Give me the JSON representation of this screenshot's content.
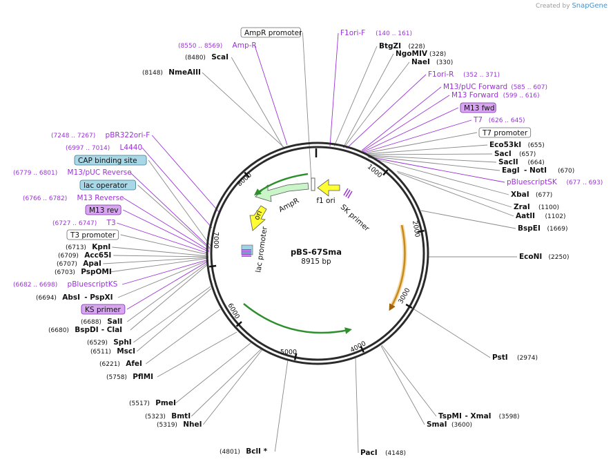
{
  "credit": {
    "prefix": "Created by",
    "brand": "SnapGene"
  },
  "plasmid": {
    "name": "pBS-67Sma",
    "size_label": "8915 bp",
    "length": 8915
  },
  "colors": {
    "feature": "#9b30d9",
    "enzyme": "#111111",
    "backbone": "#2b2b2b",
    "ampr": "#c9f5c9",
    "ori": "#ffff33",
    "t7box": "#ffffff",
    "primer": "#d8a6f0",
    "cap": "#a8d8e8"
  },
  "ticks": [
    "1000",
    "2000",
    "3000",
    "4000",
    "5000",
    "6000",
    "7000",
    "8000"
  ],
  "labels": [
    {
      "id": "ampr-promoter",
      "type": "box-white",
      "text": "AmpR promoter"
    },
    {
      "id": "f1ori-f",
      "type": "feature",
      "name": "F1ori-F",
      "range": "(140 .. 161)"
    },
    {
      "id": "amp-r",
      "type": "feature",
      "name": "Amp-R",
      "range": "(8550 .. 8569)"
    },
    {
      "id": "btgzi",
      "type": "enzyme",
      "name": "BtgZI",
      "pos": "(228)"
    },
    {
      "id": "scai",
      "type": "enzyme",
      "name": "ScaI",
      "pos": "(8480)"
    },
    {
      "id": "ngomiv",
      "type": "enzyme",
      "name": "NgoMIV",
      "pos": "(328)"
    },
    {
      "id": "naei",
      "type": "enzyme",
      "name": "NaeI",
      "pos": "(330)"
    },
    {
      "id": "nmeaiii",
      "type": "enzyme",
      "name": "NmeAIII",
      "pos": "(8148)"
    },
    {
      "id": "f1ori-r",
      "type": "feature",
      "name": "F1ori-R",
      "range": "(352 .. 371)"
    },
    {
      "id": "m13puc-fwd",
      "type": "feature",
      "name": "M13/pUC Forward",
      "range": "(585 .. 607)"
    },
    {
      "id": "m13-forward",
      "type": "feature",
      "name": "M13 Forward",
      "range": "(599 .. 616)"
    },
    {
      "id": "m13-fwd",
      "type": "box-primer",
      "text": "M13 fwd"
    },
    {
      "id": "t7",
      "type": "feature",
      "name": "T7",
      "range": "(626 .. 645)"
    },
    {
      "id": "t7-promoter",
      "type": "box-white",
      "text": "T7 promoter"
    },
    {
      "id": "eco53ki",
      "type": "enzyme",
      "name": "Eco53kI",
      "pos": "(655)"
    },
    {
      "id": "saci",
      "type": "enzyme",
      "name": "SacI",
      "pos": "(657)"
    },
    {
      "id": "sacii",
      "type": "enzyme",
      "name": "SacII",
      "pos": "(664)"
    },
    {
      "id": "eagi-noti",
      "type": "enzyme",
      "name": "EagI",
      "dash": "- NotI",
      "pos": "(670)"
    },
    {
      "id": "pbluescriptsk",
      "type": "feature",
      "name": "pBluescriptSK",
      "range": "(677 .. 693)"
    },
    {
      "id": "xbai",
      "type": "enzyme",
      "name": "XbaI",
      "pos": "(677)"
    },
    {
      "id": "zrai",
      "type": "enzyme",
      "name": "ZraI",
      "pos": "(1100)"
    },
    {
      "id": "aatii",
      "type": "enzyme",
      "name": "AatII",
      "pos": "(1102)"
    },
    {
      "id": "bspei",
      "type": "enzyme",
      "name": "BspEI",
      "pos": "(1669)"
    },
    {
      "id": "econi",
      "type": "enzyme",
      "name": "EcoNI",
      "pos": "(2250)"
    },
    {
      "id": "psti",
      "type": "enzyme",
      "name": "PstI",
      "pos": "(2974)"
    },
    {
      "id": "tspmi-xmai",
      "type": "enzyme",
      "name": "TspMI",
      "dash": "- XmaI",
      "pos": "(3598)"
    },
    {
      "id": "smai",
      "type": "enzyme",
      "name": "SmaI",
      "pos": "(3600)"
    },
    {
      "id": "paci",
      "type": "enzyme",
      "name": "PacI",
      "pos": "(4148)"
    },
    {
      "id": "bcli",
      "type": "enzyme",
      "name": "BclI *",
      "pos": "(4801)"
    },
    {
      "id": "nhei",
      "type": "enzyme",
      "name": "NheI",
      "pos": "(5319)"
    },
    {
      "id": "bmti",
      "type": "enzyme",
      "name": "BmtI",
      "pos": "(5323)"
    },
    {
      "id": "pmei",
      "type": "enzyme",
      "name": "PmeI",
      "pos": "(5517)"
    },
    {
      "id": "pflmi",
      "type": "enzyme",
      "name": "PflMI",
      "pos": "(5758)"
    },
    {
      "id": "afei",
      "type": "enzyme",
      "name": "AfeI",
      "pos": "(6221)"
    },
    {
      "id": "msci",
      "type": "enzyme",
      "name": "MscI",
      "pos": "(6511)"
    },
    {
      "id": "sphi",
      "type": "enzyme",
      "name": "SphI",
      "pos": "(6529)"
    },
    {
      "id": "bspdi-clai",
      "type": "enzyme",
      "name": "BspDI",
      "dash": "- ClaI",
      "pos": "(6680)"
    },
    {
      "id": "sali",
      "type": "enzyme",
      "name": "SalI",
      "pos": "(6688)"
    },
    {
      "id": "ks-primer",
      "type": "box-primer",
      "text": "KS primer"
    },
    {
      "id": "absi-pspxi",
      "type": "enzyme",
      "name": "AbsI",
      "dash": "- PspXI",
      "pos": "(6694)"
    },
    {
      "id": "pbluescriptks",
      "type": "feature",
      "name": "pBluescriptKS",
      "range": "(6682 .. 6698)"
    },
    {
      "id": "pspomi",
      "type": "enzyme",
      "name": "PspOMI",
      "pos": "(6703)"
    },
    {
      "id": "apai",
      "type": "enzyme",
      "name": "ApaI",
      "pos": "(6707)"
    },
    {
      "id": "acc65i",
      "type": "enzyme",
      "name": "Acc65I",
      "pos": "(6709)"
    },
    {
      "id": "kpni",
      "type": "enzyme",
      "name": "KpnI",
      "pos": "(6713)"
    },
    {
      "id": "t3-promoter",
      "type": "box-white",
      "text": "T3 promoter"
    },
    {
      "id": "t3",
      "type": "feature",
      "name": "T3",
      "range": "(6727 .. 6747)"
    },
    {
      "id": "m13-rev",
      "type": "box-primer",
      "text": "M13 rev"
    },
    {
      "id": "m13-reverse",
      "type": "feature",
      "name": "M13 Reverse",
      "range": "(6766 .. 6782)"
    },
    {
      "id": "lac-operator",
      "type": "box-cap",
      "text": "lac operator"
    },
    {
      "id": "m13puc-reverse",
      "type": "feature",
      "name": "M13/pUC Reverse",
      "range": "(6779 .. 6801)"
    },
    {
      "id": "cap-site",
      "type": "box-cap",
      "text": "CAP binding site"
    },
    {
      "id": "l4440",
      "type": "feature",
      "name": "L4440",
      "range": "(6997 .. 7014)"
    },
    {
      "id": "pbr322ori-f",
      "type": "feature",
      "name": "pBR322ori-F",
      "range": "(7248 .. 7267)"
    }
  ],
  "inner_labels": [
    {
      "id": "f1-ori",
      "text": "f1 ori"
    },
    {
      "id": "ampr",
      "text": "AmpR"
    },
    {
      "id": "ori",
      "text": "ori"
    },
    {
      "id": "lac-promoter",
      "text": "lac promoter"
    },
    {
      "id": "sk-primer",
      "text": "SK primer"
    }
  ]
}
